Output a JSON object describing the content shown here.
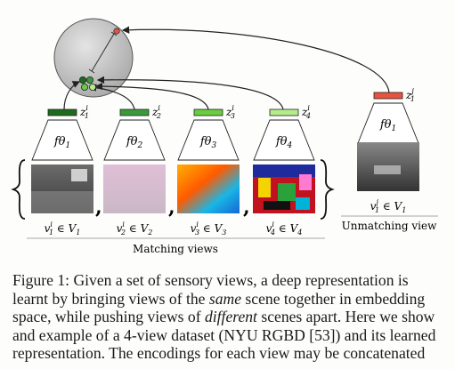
{
  "figure": {
    "encoders": [
      {
        "label": "fθ1",
        "code": "z1i",
        "view": "v1i ∈ V1"
      },
      {
        "label": "fθ2",
        "code": "z2i",
        "view": "v2i ∈ V2"
      },
      {
        "label": "fθ3",
        "code": "z3i",
        "view": "v3i ∈ V3"
      },
      {
        "label": "fθ4",
        "code": "z4i",
        "view": "v4i ∈ V4"
      }
    ],
    "unmatching": {
      "label": "fθ1",
      "code": "z1j",
      "view": "v1j ∈ V1",
      "caption": "Unmatching view"
    },
    "matching_caption": "Matching views",
    "code_colors": [
      "#1e6b1e",
      "#3a9a3a",
      "#6acd3f",
      "#b4ec8c"
    ],
    "unmatching_color": "#e8533f"
  },
  "caption": {
    "prefix": "Figure 1:",
    "line1": "Given a set of sensory views, a deep representation is",
    "line2_a": "learnt by bringing views of the ",
    "line2_b": "same",
    "line2_c": " scene together in embedding",
    "line3_a": "space, while pushing views of ",
    "line3_b": "different",
    "line3_c": " scenes apart. Here we show",
    "line4": "and example of a 4-view dataset (NYU RGBD [53]) and its learned",
    "line5": "representation. The encodings for each view may be concatenated"
  }
}
